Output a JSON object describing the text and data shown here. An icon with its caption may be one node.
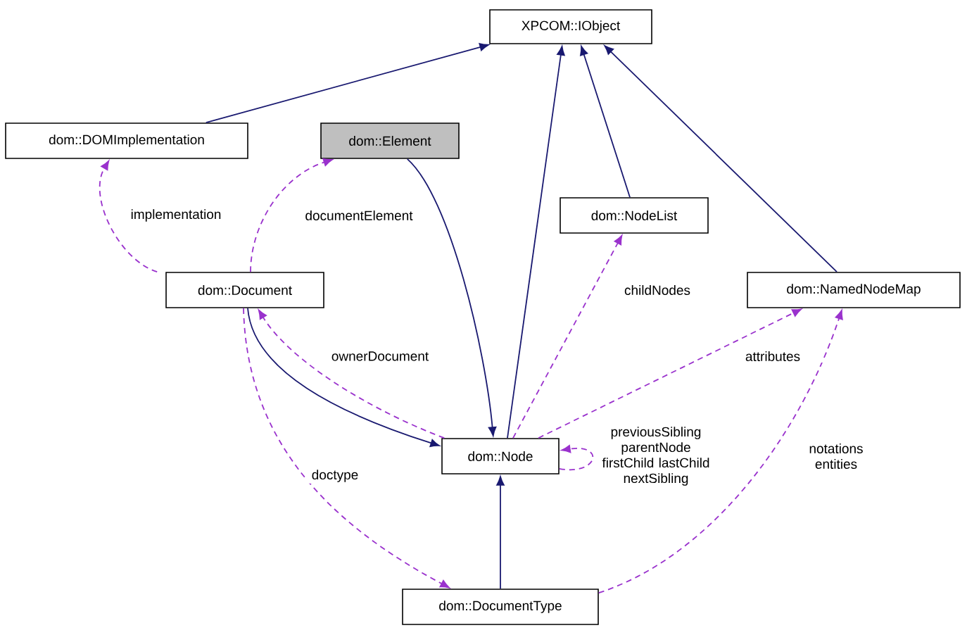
{
  "diagram": {
    "nodes": [
      {
        "text": [
          "XPCOM::IObject"
        ]
      },
      {
        "text": [
          "dom::DOMImplementation"
        ]
      },
      {
        "text": [
          "dom::Element"
        ]
      },
      {
        "text": [
          "dom::NodeList"
        ]
      },
      {
        "text": [
          "dom::Document"
        ]
      },
      {
        "text": [
          "dom::NamedNodeMap"
        ]
      },
      {
        "text": [
          "dom::Node"
        ]
      },
      {
        "text": [
          "dom::DocumentType"
        ]
      }
    ],
    "edges": [
      {
        "from": 1,
        "to": 0,
        "arrow": "to",
        "color": "#191970"
      },
      {
        "from": 6,
        "to": 0,
        "arrow": "to",
        "color": "#191970"
      },
      {
        "from": 3,
        "to": 0,
        "arrow": "to",
        "color": "#191970"
      },
      {
        "from": 5,
        "to": 0,
        "arrow": "to",
        "color": "#191970"
      },
      {
        "from": 2,
        "to": 6,
        "arrow": "to",
        "color": "#191970"
      },
      {
        "from": 4,
        "to": 6,
        "arrow": "to",
        "color": "#191970"
      },
      {
        "from": 7,
        "to": 6,
        "arrow": "to",
        "color": "#191970"
      },
      {
        "from": 4,
        "to": 1,
        "arrow": "to",
        "label": "implementation",
        "style": "dashed"
      },
      {
        "from": 4,
        "to": 2,
        "arrow": "to",
        "label": "documentElement",
        "style": "dashed"
      },
      {
        "from": 6,
        "to": 4,
        "arrow": "to",
        "label": "ownerDocument",
        "style": "dashed"
      },
      {
        "from": 6,
        "to": 3,
        "arrow": "to",
        "label": "childNodes",
        "style": "dashed"
      },
      {
        "from": 6,
        "to": 5,
        "arrow": "to",
        "label": "attributes",
        "style": "dashed"
      },
      {
        "from": 6,
        "to": 6,
        "arrow": "to",
        "label": "previousSibling parentNode firstChild lastChild nextSibling",
        "style": "dashed"
      },
      {
        "from": 4,
        "to": 7,
        "arrow": "to",
        "label": "doctype",
        "style": "dashed"
      },
      {
        "from": 7,
        "to": 5,
        "arrow": "to",
        "label": "notations entities",
        "style": "dashed"
      }
    ]
  }
}
